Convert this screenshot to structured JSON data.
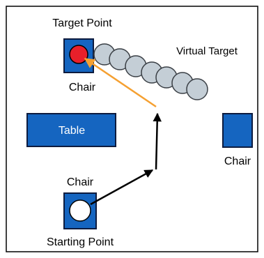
{
  "labels": {
    "target_point": "Target Point",
    "chair_top": "Chair",
    "virtual_target": "Virtual Target",
    "table": "Table",
    "chair_right": "Chair",
    "chair_bottom": "Chair",
    "starting_point": "Starting Point"
  },
  "colors": {
    "furniture_fill": "#1565c0",
    "furniture_stroke": "#0d1b3e",
    "target_fill": "#e8202a",
    "virtual_target_fill": "#c4ced6",
    "start_fill": "#ffffff",
    "path_color": "#000000",
    "redirect_arrow_color": "#f5a031"
  },
  "virtual_target": {
    "circle_count": 7
  }
}
